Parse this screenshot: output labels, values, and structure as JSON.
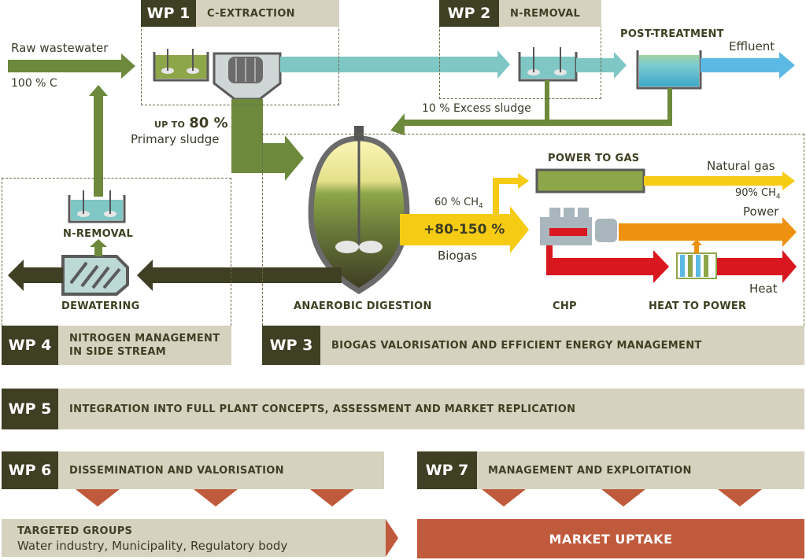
{
  "wp1": {
    "tag": "WP 1",
    "label": "C-EXTRACTION"
  },
  "wp2": {
    "tag": "WP 2",
    "label": "N-REMOVAL"
  },
  "wp3": {
    "tag": "WP 3",
    "label": "BIOGAS VALORISATION AND EFFICIENT ENERGY MANAGEMENT"
  },
  "wp4": {
    "tag": "WP 4",
    "label_line1": "NITROGEN MANAGEMENT",
    "label_line2": "IN SIDE STREAM"
  },
  "wp5": {
    "tag": "WP 5",
    "label": "INTEGRATION INTO FULL PLANT CONCEPTS, ASSESSMENT AND MARKET REPLICATION"
  },
  "wp6": {
    "tag": "WP 6",
    "label": "DISSEMINATION AND VALORISATION"
  },
  "wp7": {
    "tag": "WP 7",
    "label": "MANAGEMENT AND EXPLOITATION"
  },
  "flow": {
    "raw_wastewater": "Raw wastewater",
    "raw_percent": "100 % C",
    "primary_up_to": "UP TO",
    "primary_percent": "80 %",
    "primary_sludge": "Primary sludge",
    "excess_sludge": "10 % Excess sludge",
    "post_treatment": "POST-TREATMENT",
    "effluent": "Effluent",
    "power_to_gas": "POWER TO GAS",
    "natural_gas": "Natural gas",
    "ch4_90": "90% CH",
    "ch4_60": "60 % CH",
    "sub4": "4",
    "power": "Power",
    "heat": "Heat",
    "biogas_gain": "+80-150 %",
    "biogas": "Biogas",
    "chp": "CHP",
    "heat_to_power": "HEAT TO POWER",
    "anaerobic_digestion": "ANAEROBIC DIGESTION",
    "n_removal_side": "N-REMOVAL",
    "dewatering": "DEWATERING"
  },
  "targeted": {
    "title": "TARGETED GROUPS",
    "groups": "Water industry, Municipality, Regulatory body"
  },
  "market_uptake": "MARKET UPTAKE",
  "colors": {
    "dark_olive": "#3e3f23",
    "beige": "#d6d2bf",
    "green": "#6d8a3c",
    "teal": "#7ec7c5",
    "blue": "#5cb9e4",
    "yellow": "#f5cb14",
    "orange": "#ef9110",
    "red": "#d9171f",
    "terracotta": "#c05a3c"
  }
}
